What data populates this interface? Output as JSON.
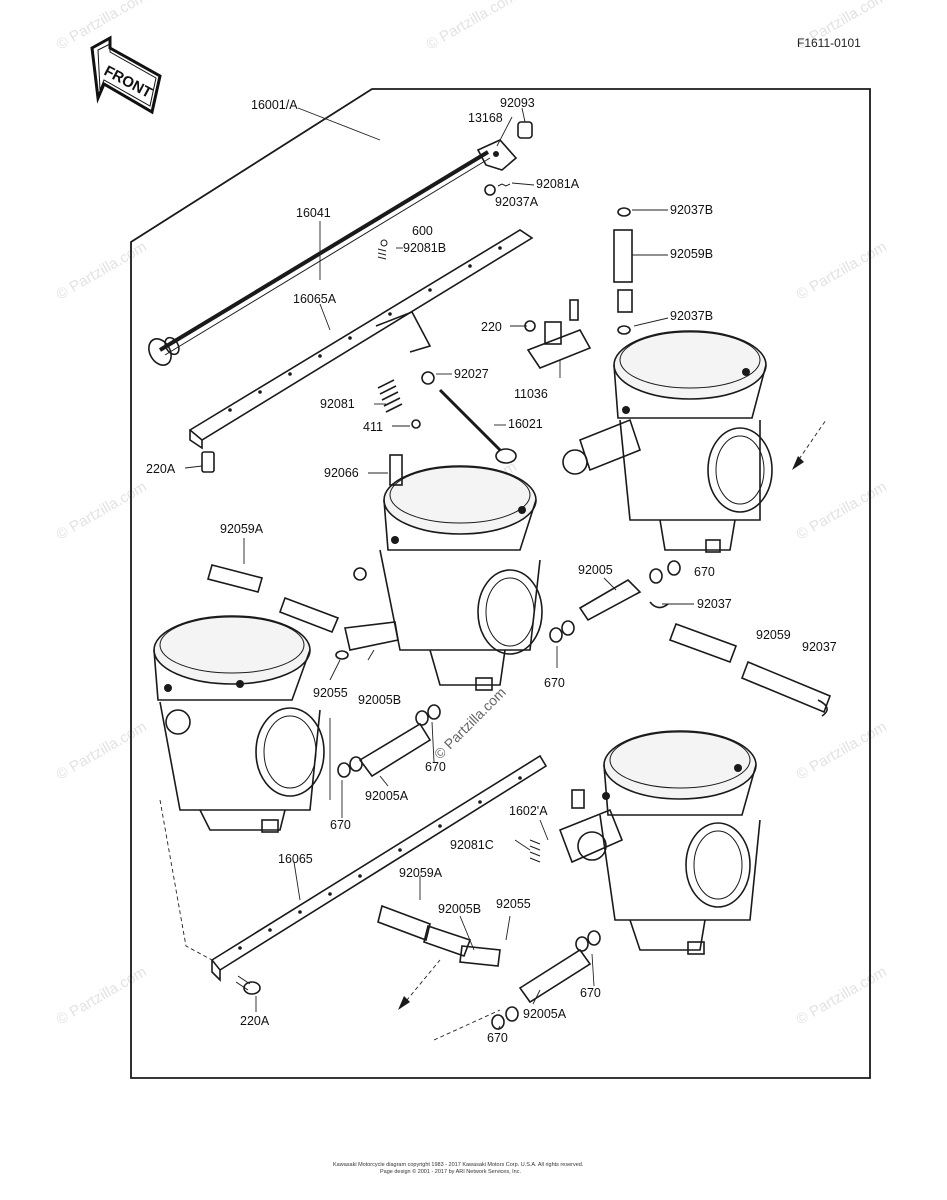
{
  "diagram": {
    "ref_code": "F1611-0101",
    "front_label": "FRONT",
    "watermark": "© Partzilla.com",
    "footer_line1": "Kawasaki Motorcycle diagram copyright 1983 - 2017 Kawasaki Motors Corp. U.S.A. All rights reserved.",
    "footer_line2": "Page design © 2001 - 2017 by ARI Network Services, Inc."
  },
  "callouts": [
    {
      "key": "16001a",
      "text": "16001/A"
    },
    {
      "key": "92093",
      "text": "92093"
    },
    {
      "key": "13168",
      "text": "13168"
    },
    {
      "key": "92081a",
      "text": "92081A"
    },
    {
      "key": "92037a",
      "text": "92037A"
    },
    {
      "key": "92037b-top",
      "text": "92037B"
    },
    {
      "key": "16041",
      "text": "16041"
    },
    {
      "key": "600",
      "text": "600"
    },
    {
      "key": "92081b",
      "text": "92081B"
    },
    {
      "key": "92059b",
      "text": "92059B"
    },
    {
      "key": "16065a",
      "text": "16065A"
    },
    {
      "key": "220",
      "text": "220"
    },
    {
      "key": "92037b-mid",
      "text": "92037B"
    },
    {
      "key": "92027",
      "text": "92027"
    },
    {
      "key": "11036",
      "text": "11036"
    },
    {
      "key": "92081",
      "text": "92081"
    },
    {
      "key": "16021",
      "text": "16021"
    },
    {
      "key": "411",
      "text": "411"
    },
    {
      "key": "220a-top",
      "text": "220A"
    },
    {
      "key": "92066",
      "text": "92066"
    },
    {
      "key": "92059a-left",
      "text": "92059A"
    },
    {
      "key": "92005",
      "text": "92005"
    },
    {
      "key": "670-right",
      "text": "670"
    },
    {
      "key": "92037-mid",
      "text": "92037"
    },
    {
      "key": "92059",
      "text": "92059"
    },
    {
      "key": "92037-right",
      "text": "92037"
    },
    {
      "key": "92055-left",
      "text": "92055"
    },
    {
      "key": "92005b-left",
      "text": "92005B"
    },
    {
      "key": "670-center",
      "text": "670"
    },
    {
      "key": "670-upper",
      "text": "670"
    },
    {
      "key": "92005a-left",
      "text": "92005A"
    },
    {
      "key": "670-left",
      "text": "670"
    },
    {
      "key": "16021a",
      "text": "1602'A"
    },
    {
      "key": "92081c",
      "text": "92081C"
    },
    {
      "key": "16065",
      "text": "16065"
    },
    {
      "key": "92059a-bottom",
      "text": "92059A"
    },
    {
      "key": "92005b-bottom",
      "text": "92005B"
    },
    {
      "key": "92055-bottom",
      "text": "92055"
    },
    {
      "key": "670-bottom-right",
      "text": "670"
    },
    {
      "key": "92005a-bottom",
      "text": "92005A"
    },
    {
      "key": "670-bottom",
      "text": "670"
    },
    {
      "key": "220a-bottom",
      "text": "220A"
    }
  ]
}
